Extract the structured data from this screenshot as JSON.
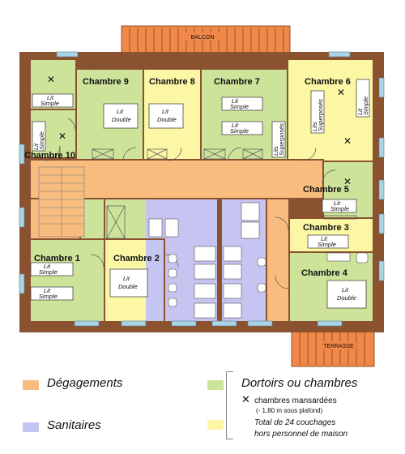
{
  "plan": {
    "balcony": "BALCON",
    "terrace": "TERRASSE",
    "rooms": {
      "c1": "Chambre 1",
      "c2": "Chambre 2",
      "c3": "Chambre 3",
      "c4": "Chambre 4",
      "c5": "Chambre 5",
      "c6": "Chambre 6",
      "c7": "Chambre 7",
      "c8": "Chambre 8",
      "c9": "Chambre 9",
      "c10": "Chambre 10"
    },
    "beds": {
      "lit": "Lit",
      "simple": "Simple",
      "double": "Double",
      "lits": "Lits",
      "superposes": "Superposés"
    },
    "mark": "✕"
  },
  "legend": {
    "degagements": "Dégagements",
    "sanitaires": "Sanitaires",
    "dortoirs": "Dortoirs ou chambres",
    "mansardees": "chambres mansardées",
    "mansardees_note": "(- 1,80 m sous plafond)",
    "total_line1": "Total de 24 couchages",
    "total_line2": "hors personnel de maison"
  },
  "colors": {
    "wall": "#8b5230",
    "room_green": "#cde39a",
    "room_yellow": "#fbf7a4",
    "corridor": "#f8bd7e",
    "sanitary": "#c6c4f0",
    "roof": "#f0884a",
    "window": "#a8d4e6"
  }
}
